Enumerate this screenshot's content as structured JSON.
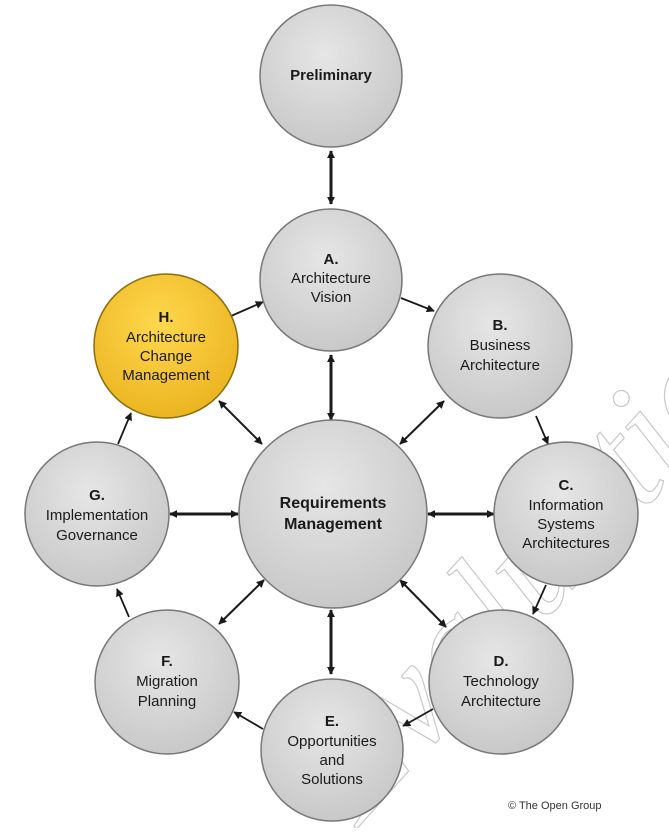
{
  "watermark": {
    "text": "Evaluation Copy"
  },
  "copyright": "© The Open Group",
  "colors": {
    "phase_fill": "#d4d4d4",
    "phase_stroke": "#777777",
    "highlight_fill": "#f3c02a",
    "highlight_stroke": "#8a6d10",
    "arrow": "#1a1a1a"
  },
  "center": {
    "line1": "Requirements",
    "line2": "Management"
  },
  "phases": {
    "preliminary": {
      "lines": [
        "Preliminary"
      ]
    },
    "a": {
      "title": "A.",
      "lines": [
        "Architecture",
        "Vision"
      ]
    },
    "b": {
      "title": "B.",
      "lines": [
        "Business",
        "Architecture"
      ]
    },
    "c": {
      "title": "C.",
      "lines": [
        "Information",
        "Systems",
        "Architectures"
      ]
    },
    "d": {
      "title": "D.",
      "lines": [
        "Technology",
        "Architecture"
      ]
    },
    "e": {
      "title": "E.",
      "lines": [
        "Opportunities",
        "and",
        "Solutions"
      ]
    },
    "f": {
      "title": "F.",
      "lines": [
        "Migration",
        "Planning"
      ]
    },
    "g": {
      "title": "G.",
      "lines": [
        "Implementation",
        "Governance"
      ]
    },
    "h": {
      "title": "H.",
      "lines": [
        "Architecture",
        "Change",
        "Management"
      ]
    }
  }
}
